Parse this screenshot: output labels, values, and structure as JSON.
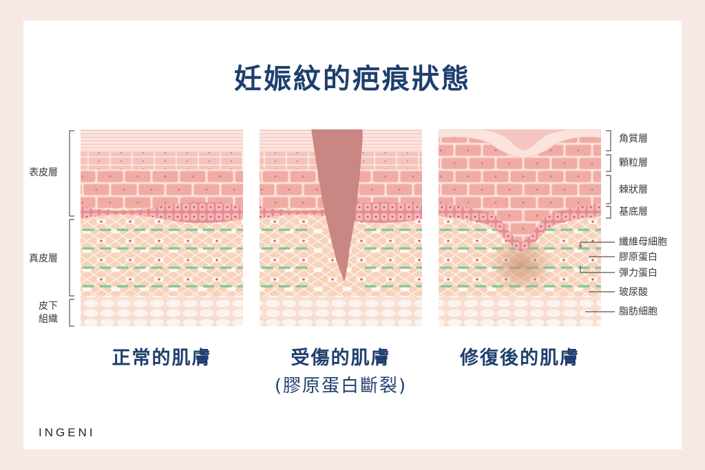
{
  "title": "妊娠紋的疤痕狀態",
  "panels": [
    {
      "label": "正常的肌膚",
      "sublabel": ""
    },
    {
      "label": "受傷的肌膚",
      "sublabel": "(膠原蛋白斷裂)"
    },
    {
      "label": "修復後的肌膚",
      "sublabel": ""
    }
  ],
  "left_labels": {
    "epidermis": "表皮層",
    "dermis": "真皮層",
    "subcutis_line1": "皮下",
    "subcutis_line2": "組織"
  },
  "right_labels": {
    "stratum_corneum": "角質層",
    "stratum_granulosum": "顆粒層",
    "stratum_spinosum": "棘狀層",
    "stratum_basale": "基底層",
    "fibroblast": "纖維母細胞",
    "collagen": "膠原蛋白",
    "elastin": "彈力蛋白",
    "hyaluronic_acid": "玻尿酸",
    "fat_cell": "脂肪細胞"
  },
  "logo": "INGENI",
  "colors": {
    "title": "#1e3f6e",
    "background": "#f6e9e5",
    "brick": "#f0afa8",
    "dermis": "#f7d6c0",
    "collagen": "#7dc89b",
    "wound": "#c98683"
  }
}
